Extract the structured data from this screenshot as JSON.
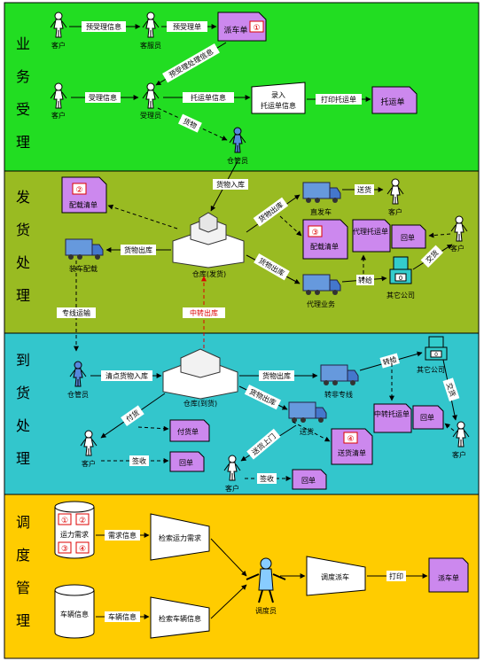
{
  "colors": {
    "section1": "#22dd22",
    "section2": "#99bb22",
    "section3": "#33c6cc",
    "section4": "#ffcc00",
    "doc": "#cc88ee",
    "truck": "#6699dd",
    "red": "#dd0000"
  },
  "sections": [
    {
      "title": [
        "业",
        "务",
        "受",
        "理"
      ]
    },
    {
      "title": [
        "发",
        "货",
        "处",
        "理"
      ]
    },
    {
      "title": [
        "到",
        "货",
        "处",
        "理"
      ]
    },
    {
      "title": [
        "调",
        "度",
        "管",
        "理"
      ]
    }
  ],
  "labels": {
    "kehu": "客户",
    "kefu": "客服员",
    "shouliyuan": "受理员",
    "cangguanyuan": "仓管员",
    "zhifache": "直发车",
    "zhuangche": "装车配载",
    "dailiyewu": "代理业务",
    "qitagongsi": "其它公司",
    "cangku_fa": "仓库(发货)",
    "cangku_dao": "仓库(到货)",
    "zhuanfei": "转非专线",
    "songhuo_truck": "送货",
    "diaoduyuan": "调度员",
    "yunli": "运力需求",
    "cheliang": "车辆信息",
    "zhongzhuan_center": "中转出库"
  },
  "docs": {
    "paiche1": "派车单",
    "tuoyun": "托运单",
    "peizai1": "配载清单",
    "peizai2": "配载清单",
    "daili_tuoyun": "代理托运单",
    "huidan1": "回单",
    "zhongzhuan_tuoyun": "中转托运单",
    "huidan2": "回单",
    "fuhuo": "付货单",
    "huidan3": "回单",
    "songhuo_qd": "送货清单",
    "huidan4": "回单",
    "paiche2": "派车单"
  },
  "processes": {
    "luru": [
      "录入",
      "托运单信息"
    ],
    "jiansuo_yunli": "检索运力需求",
    "jiansuo_cheliang": "检索车辆信息",
    "diaodu_paiche": "调度派车"
  },
  "edges": {
    "yushouli": "预受理信息",
    "yushoulidan": "预受理单",
    "yuchuli": "预受理处理信息",
    "shouli": "受理信息",
    "tuoyunxinxi": "托运单信息",
    "dayin_tuoyun": "打印托运单",
    "huowu": "货物",
    "huowu_ruku1": "货物入库",
    "huowu_chuku_up": "货物出库",
    "huowu_chuku_left": "货物出库",
    "huowu_chuku_down": "货物出库",
    "songhuo_up": "送货",
    "zhuangei": "转给",
    "jiaohuo": "交货",
    "zhuanxian": "专线运输",
    "zhongzhuan": "中转出库",
    "qingdian": "清点货物入库",
    "huowu_chuku2": "货物出库",
    "huowu_chuku3": "货物出库",
    "zhuangei2": "转给",
    "jiaohuo2": "交货",
    "fuhuo": "付货",
    "qianshou": "签收",
    "songhuoshangmen": "送货上门",
    "qianshou2": "签收",
    "xuqiu": "需求信息",
    "cheliangxinxi": "车辆信息",
    "dayin": "打印"
  },
  "badges": {
    "b1": "①",
    "b2": "②",
    "b3": "③",
    "b4": "④",
    "yl1": "①",
    "yl2": "②",
    "yl3": "③",
    "yl4": "④"
  }
}
